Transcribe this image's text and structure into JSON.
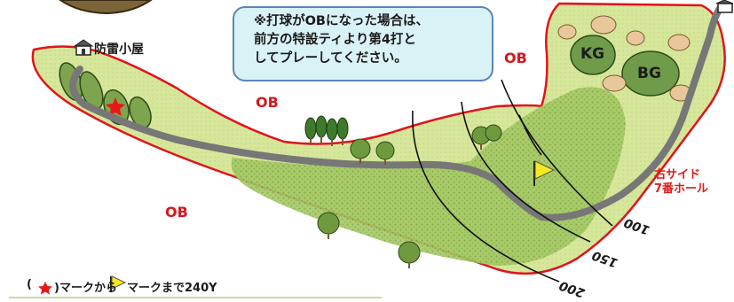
{
  "notice": {
    "line1": "※打球がOBになった場合は、",
    "line2": "前方の特設ティより第4打と",
    "line3": "してプレーしてください。"
  },
  "hut": {
    "label": "防雷小屋"
  },
  "ob_labels": [
    "OB",
    "OB",
    "OB"
  ],
  "greens": {
    "kg": "KG",
    "bg": "BG"
  },
  "side_note": {
    "line1": "右サイド",
    "line2": "7番ホール"
  },
  "yardage": {
    "y100": "100",
    "y150": "150",
    "y200": "200"
  },
  "legend": {
    "open_paren": "(",
    "from_text": ")マークから",
    "to_text": "マークまで240Y"
  },
  "colors": {
    "fairway": "#cfe28e",
    "rough": "#9cc25a",
    "ob_line": "#e0141c",
    "cart_path": "#777777",
    "green": "#6f9b4a",
    "bunker": "#e8c79a",
    "star": "#e81818",
    "flag": "#f5ea1c"
  }
}
